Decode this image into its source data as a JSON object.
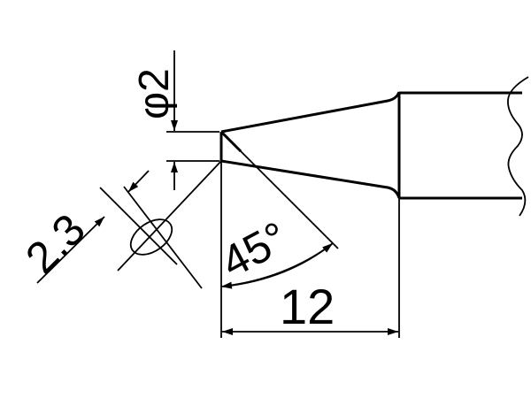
{
  "drawing": {
    "dimensions": {
      "tip_diameter": "φ2",
      "bevel_width": "2.3",
      "bevel_angle": "45°",
      "tip_length": "12"
    },
    "colors": {
      "line": "#000000",
      "background": "#ffffff"
    }
  }
}
